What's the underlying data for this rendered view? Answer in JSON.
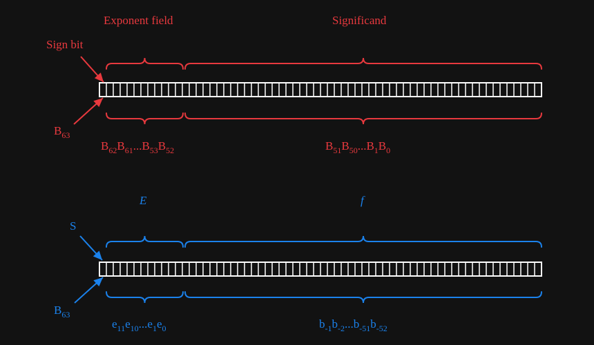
{
  "colors": {
    "red": "#e8393e",
    "blue": "#1b82ec",
    "background": "#121212",
    "cell_stroke": "#ffffff"
  },
  "register": {
    "bit_count": 64
  },
  "top": {
    "exponent_label": "Exponent field",
    "significand_label": "Significand",
    "sign_label": "Sign bit",
    "b63": {
      "base": "B",
      "sub": "63"
    },
    "exp_bits": {
      "parts": [
        {
          "t": "B",
          "s": false
        },
        {
          "t": "62",
          "s": true
        },
        {
          "t": "B",
          "s": false
        },
        {
          "t": "61",
          "s": true
        },
        {
          "t": "...",
          "s": false
        },
        {
          "t": "B",
          "s": false
        },
        {
          "t": "53",
          "s": true
        },
        {
          "t": "B",
          "s": false
        },
        {
          "t": "52",
          "s": true
        }
      ]
    },
    "sig_bits": {
      "parts": [
        {
          "t": "B",
          "s": false
        },
        {
          "t": "51",
          "s": true
        },
        {
          "t": "B",
          "s": false
        },
        {
          "t": "50",
          "s": true
        },
        {
          "t": "...",
          "s": false
        },
        {
          "t": "B",
          "s": false
        },
        {
          "t": "1",
          "s": true
        },
        {
          "t": "B",
          "s": false
        },
        {
          "t": "0",
          "s": true
        }
      ]
    }
  },
  "bottom": {
    "exponent_label": "E",
    "significand_label": "f",
    "sign_label": "S",
    "b63": {
      "base": "B",
      "sub": "63"
    },
    "exp_bits": {
      "parts": [
        {
          "t": "e",
          "s": false
        },
        {
          "t": "11",
          "s": true
        },
        {
          "t": "e",
          "s": false
        },
        {
          "t": "10",
          "s": true
        },
        {
          "t": "...",
          "s": false
        },
        {
          "t": "e",
          "s": false
        },
        {
          "t": "1",
          "s": true
        },
        {
          "t": "e",
          "s": false
        },
        {
          "t": "0",
          "s": true
        }
      ]
    },
    "sig_bits": {
      "parts": [
        {
          "t": "b",
          "s": false
        },
        {
          "t": "-1",
          "s": true
        },
        {
          "t": "b",
          "s": false
        },
        {
          "t": "-2",
          "s": true
        },
        {
          "t": "...",
          "s": false
        },
        {
          "t": "b",
          "s": false
        },
        {
          "t": "-51",
          "s": true
        },
        {
          "t": "b",
          "s": false
        },
        {
          "t": "-52",
          "s": true
        }
      ]
    }
  }
}
